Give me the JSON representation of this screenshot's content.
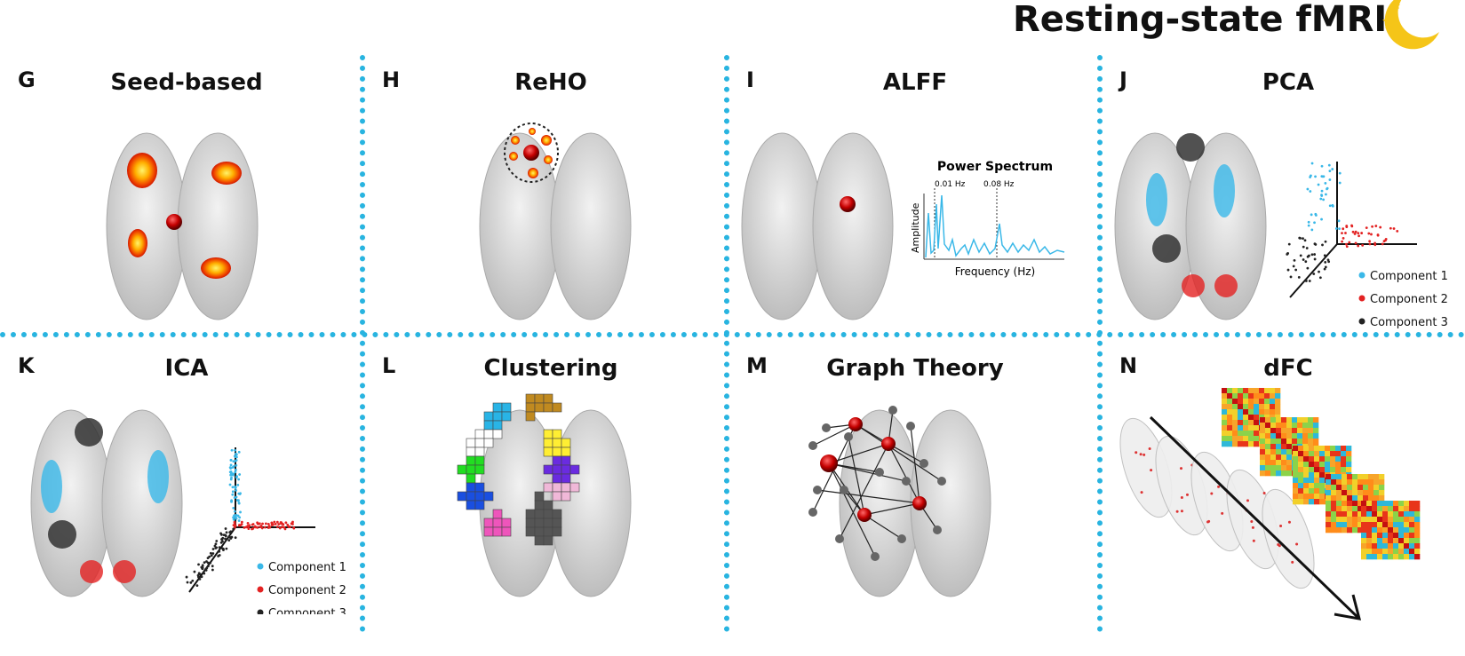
{
  "title": "Resting-state fMRI",
  "colors": {
    "divider": "#28b4e0",
    "moon": "#f5c518",
    "component1": "#3ab8e8",
    "component2": "#e32222",
    "component3": "#222222"
  },
  "panels": [
    {
      "letter": "G",
      "title": "Seed-based"
    },
    {
      "letter": "H",
      "title": "ReHO"
    },
    {
      "letter": "I",
      "title": "ALFF"
    },
    {
      "letter": "J",
      "title": "PCA"
    },
    {
      "letter": "K",
      "title": "ICA"
    },
    {
      "letter": "L",
      "title": "Clustering"
    },
    {
      "letter": "M",
      "title": "Graph Theory"
    },
    {
      "letter": "N",
      "title": "dFC"
    }
  ],
  "alff": {
    "chart_title": "Power Spectrum",
    "xlabel": "Frequency (Hz)",
    "ylabel": "Amplitude",
    "marker_low": "0.01 Hz",
    "marker_high": "0.08 Hz"
  },
  "components": [
    "Component 1",
    "Component 2",
    "Component 3"
  ]
}
